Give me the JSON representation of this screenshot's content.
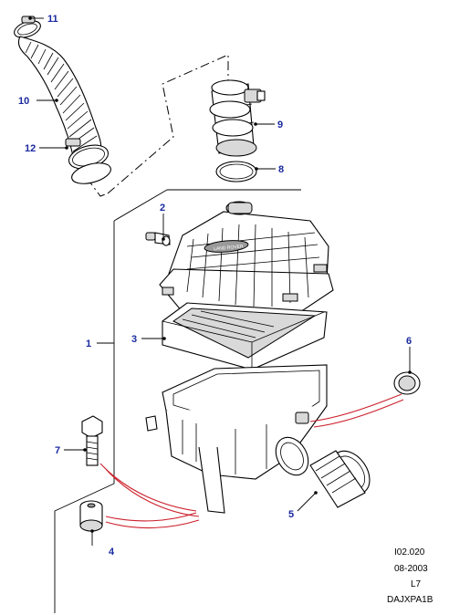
{
  "colors": {
    "callout": "#1a2aa0",
    "connector": "#cc1f2a",
    "line": "#000000",
    "background": "#ffffff"
  },
  "callouts": [
    {
      "id": "1",
      "label": "1"
    },
    {
      "id": "2",
      "label": "2"
    },
    {
      "id": "3",
      "label": "3"
    },
    {
      "id": "4",
      "label": "4"
    },
    {
      "id": "5",
      "label": "5"
    },
    {
      "id": "6",
      "label": "6"
    },
    {
      "id": "7",
      "label": "7"
    },
    {
      "id": "8",
      "label": "8"
    },
    {
      "id": "9",
      "label": "9"
    },
    {
      "id": "10",
      "label": "10"
    },
    {
      "id": "11",
      "label": "11"
    },
    {
      "id": "12",
      "label": "12"
    }
  ],
  "reference_block": {
    "code": "I02.020",
    "date": "08-2003",
    "variant": "L7",
    "drawing_id": "DAJXPA1B"
  },
  "logo_text": "LAND ROVER"
}
